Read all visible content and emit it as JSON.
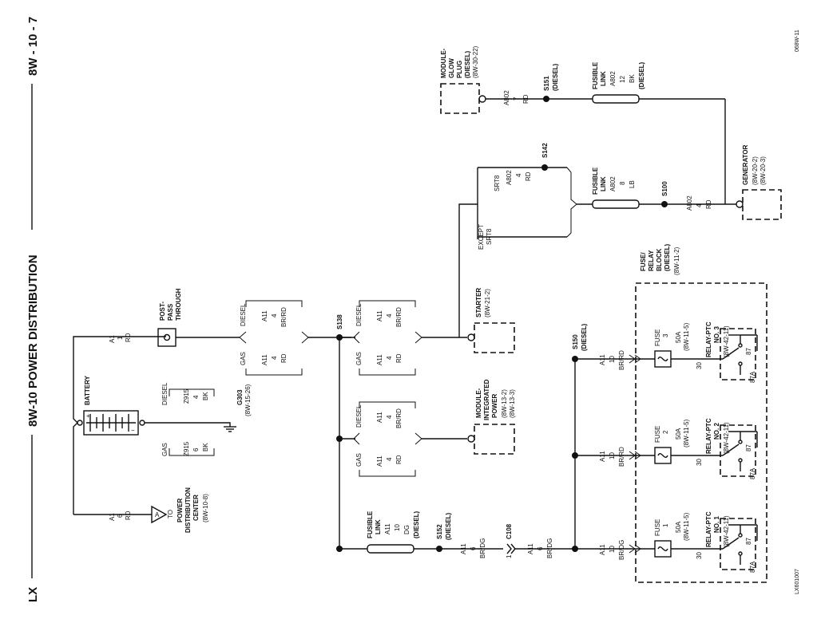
{
  "header": {
    "left": "LX",
    "title": "8W-10 POWER DISTRIBUTION",
    "right": "8W - 10 - 7"
  },
  "footer": {
    "id_left": "LX601007",
    "id_right": "068W-11"
  },
  "battery": {
    "label": "BATTERY",
    "top_wire": {
      "circuit": "A1",
      "gauge": "1",
      "color": "RD"
    },
    "bottom_wire": {
      "circuit": "A1",
      "gauge": "6",
      "color": "RD"
    },
    "gas_wire": {
      "variant": "GAS",
      "circuit": "Z915",
      "gauge": "6",
      "color": "BK"
    },
    "diesel_wire": {
      "variant": "DIESEL",
      "circuit": "Z915",
      "gauge": "4",
      "color": "BK"
    }
  },
  "ground": {
    "id": "G303",
    "ref": "(8W-15-26)"
  },
  "pdc": {
    "to": "TO",
    "lines": [
      "POWER",
      "DISTRIBUTION",
      "CENTER"
    ],
    "ref": "(8W-10-8)",
    "connector": "A"
  },
  "post": {
    "lines": [
      "POST-",
      "PASS",
      "THROUGH"
    ]
  },
  "main_wires": {
    "gas": {
      "variant": "GAS",
      "circuit": "A11",
      "gauge": "4",
      "color": "RD"
    },
    "diesel": {
      "variant": "DIESEL",
      "circuit": "A11",
      "gauge": "4",
      "color": "BR/RD"
    }
  },
  "splices": {
    "s138": "S138",
    "s142": "S142",
    "s151": {
      "id": "S151",
      "note": "(DIESEL)"
    },
    "s150": {
      "id": "S150",
      "note": "(DIESEL)"
    },
    "s152": {
      "id": "S152",
      "note": "(DIESEL)"
    },
    "s100": "S100"
  },
  "starter": {
    "label": "STARTER",
    "ref": "(8W-21-2)",
    "gas": {
      "variant": "GAS",
      "circuit": "A11",
      "gauge": "4",
      "color": "RD"
    },
    "diesel": {
      "variant": "DIESEL",
      "circuit": "A11",
      "gauge": "4",
      "color": "BR/RD"
    }
  },
  "mip": {
    "lines": [
      "MODULE-",
      "INTEGRATED",
      "POWER"
    ],
    "refs": [
      "(8W-13-2)",
      "(8W-13-3)"
    ],
    "gas": {
      "variant": "GAS",
      "circuit": "A11",
      "gauge": "4",
      "color": "RD"
    },
    "diesel": {
      "variant": "DIESEL",
      "circuit": "A11",
      "gauge": "4",
      "color": "BR/RD"
    }
  },
  "srt8": {
    "srt8_label": "SRT8",
    "except": [
      "EXCEPT",
      "SRT8"
    ],
    "wire": {
      "circuit": "A802",
      "gauge": "4",
      "color": "RD"
    }
  },
  "fusible_links": {
    "generator": {
      "lines": [
        "FUSIBLE",
        "LINK"
      ],
      "circuit": "A802",
      "gauge": "8",
      "color": "LB"
    },
    "glow": {
      "lines": [
        "FUSIBLE",
        "LINK"
      ],
      "circuit": "A802",
      "gauge": "12",
      "color": "BK",
      "note": "(DIESEL)"
    },
    "lower": {
      "lines": [
        "FUSIBLE",
        "LINK"
      ],
      "circuit": "A11",
      "gauge": "10",
      "color": "DG",
      "note": "(DIESEL)"
    }
  },
  "glow_plug": {
    "lines": [
      "MODULE-",
      "GLOW",
      "PLUG"
    ],
    "note": "(DIESEL)",
    "ref": "(8W-30-22)",
    "wire": {
      "circuit": "A802",
      "gauge": "7",
      "color": "RD"
    }
  },
  "generator": {
    "label": "GENERATOR",
    "refs": [
      "(8W-20-2)",
      "(8W-20-3)"
    ],
    "wire": {
      "circuit": "A802",
      "gauge": "4",
      "color": "RD"
    }
  },
  "frb": {
    "lines": [
      "FUSE/",
      "RELAY",
      "BLOCK",
      "(DIESEL)"
    ],
    "ref": "(8W-11-2)"
  },
  "c108": {
    "id": "C108",
    "pin": "1",
    "in_wire": {
      "circuit": "A11",
      "gauge": "6",
      "color": "BR/DG"
    },
    "out_wire": {
      "circuit": "A11",
      "gauge": "6",
      "color": "BR/DG"
    }
  },
  "relay_feeds": [
    {
      "circuit": "A11",
      "gauge": "10",
      "color": "BR/RD"
    },
    {
      "circuit": "A11",
      "gauge": "10",
      "color": "BR/RD"
    },
    {
      "circuit": "A11",
      "gauge": "10",
      "color": "BR/DG"
    }
  ],
  "fuses": [
    {
      "label": "FUSE",
      "number": "3",
      "rating": "50A",
      "ref": "(8W-11-5)"
    },
    {
      "label": "FUSE",
      "number": "2",
      "rating": "50A",
      "ref": "(8W-11-5)"
    },
    {
      "label": "FUSE",
      "number": "1",
      "rating": "50A",
      "ref": "(8W-11-5)"
    }
  ],
  "relays": [
    {
      "lines": [
        "RELAY-PTC",
        "NO. 3"
      ],
      "ref": "(8W-42-11)",
      "pins": [
        "30",
        "87",
        "87A"
      ]
    },
    {
      "lines": [
        "RELAY-PTC",
        "NO. 2"
      ],
      "ref": "(8W-42-11)",
      "pins": [
        "30",
        "87",
        "87A"
      ]
    },
    {
      "lines": [
        "RELAY-PTC",
        "NO. 1"
      ],
      "ref": "(8W-42-11)",
      "pins": [
        "30",
        "87",
        "87A"
      ]
    }
  ]
}
